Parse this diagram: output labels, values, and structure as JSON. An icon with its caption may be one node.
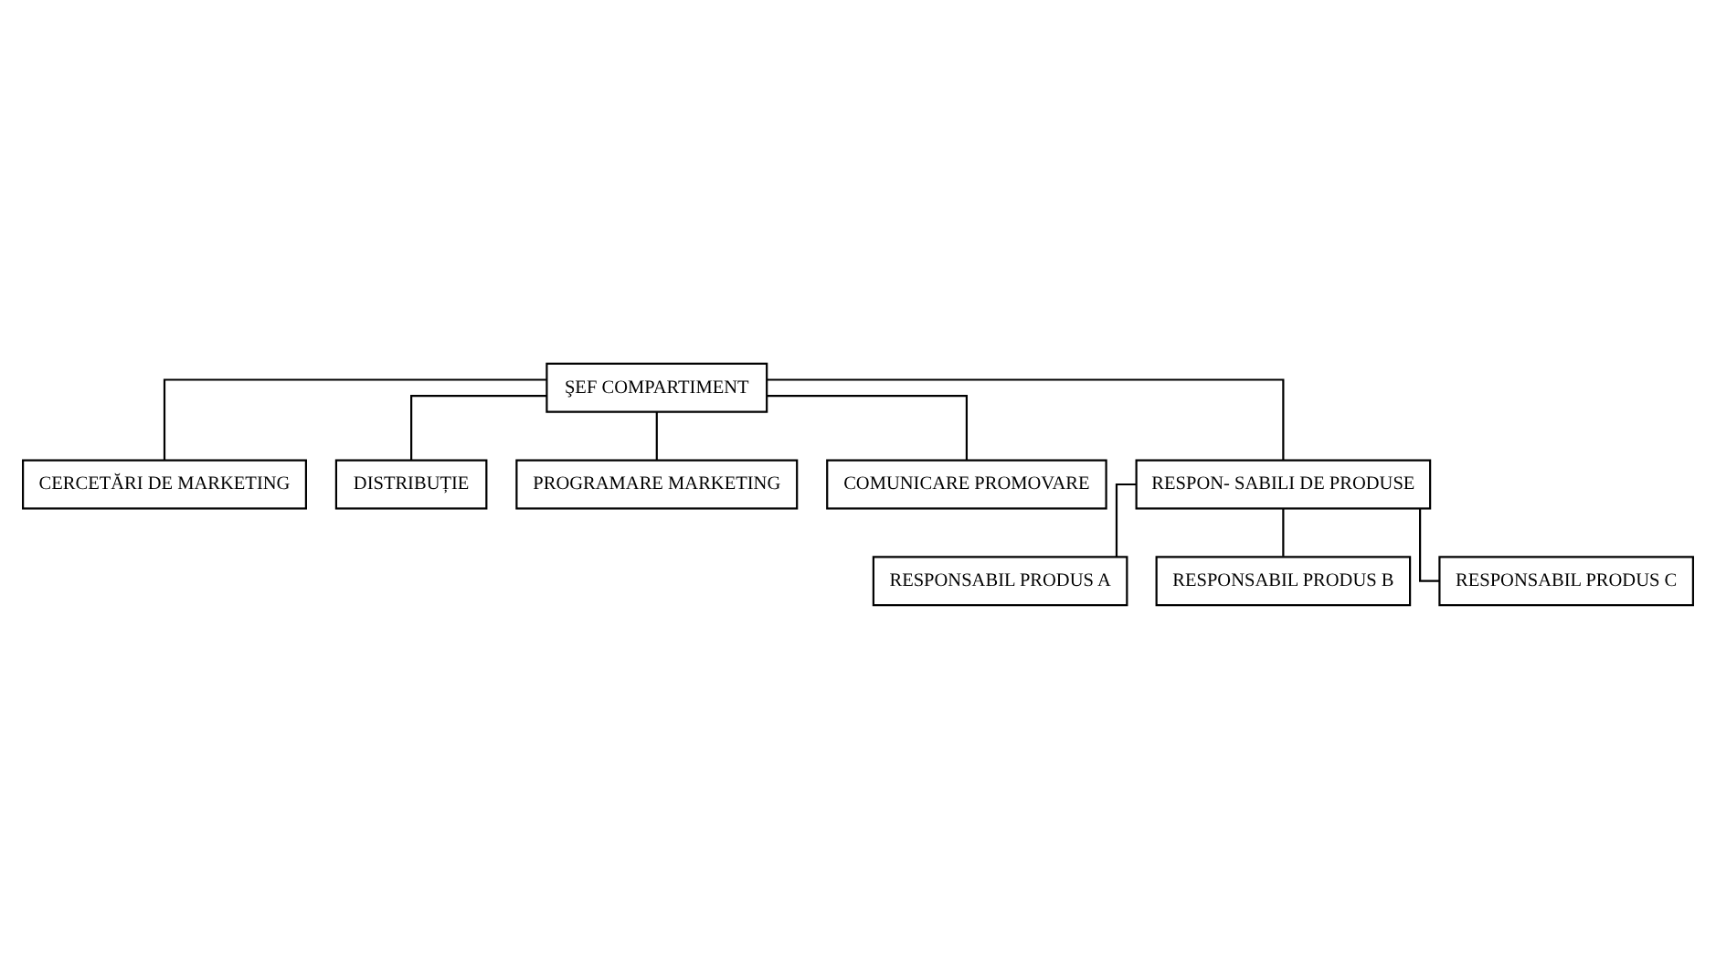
{
  "diagram": {
    "nodes": [
      {
        "text": [
          "ŞEF COMPARTIMENT"
        ]
      },
      {
        "text": [
          "CERCETĂRI DE MARKETING"
        ]
      },
      {
        "text": [
          "DISTRIBUȚIE"
        ]
      },
      {
        "text": [
          "PROGRAMARE MARKETING"
        ]
      },
      {
        "text": [
          "COMUNICARE PROMOVARE"
        ]
      },
      {
        "text": [
          "RESPON- SABILI DE PRODUSE"
        ]
      },
      {
        "text": [
          "RESPONSABIL PRODUS A"
        ]
      },
      {
        "text": [
          "RESPONSABIL PRODUS B"
        ]
      },
      {
        "text": [
          "RESPONSABIL PRODUS C"
        ]
      }
    ],
    "edges": [
      {
        "from": 0,
        "to": 1,
        "arrow": "none"
      },
      {
        "from": 0,
        "to": 3,
        "arrow": "none"
      },
      {
        "from": 0,
        "to": 2,
        "arrow": "none"
      },
      {
        "from": 0,
        "to": 4,
        "arrow": "none"
      },
      {
        "from": 0,
        "to": 5,
        "arrow": "none"
      },
      {
        "from": 5,
        "to": 6,
        "arrow": "none"
      },
      {
        "from": 5,
        "to": 7,
        "arrow": "none"
      },
      {
        "from": 5,
        "to": 8,
        "arrow": "none"
      }
    ]
  }
}
